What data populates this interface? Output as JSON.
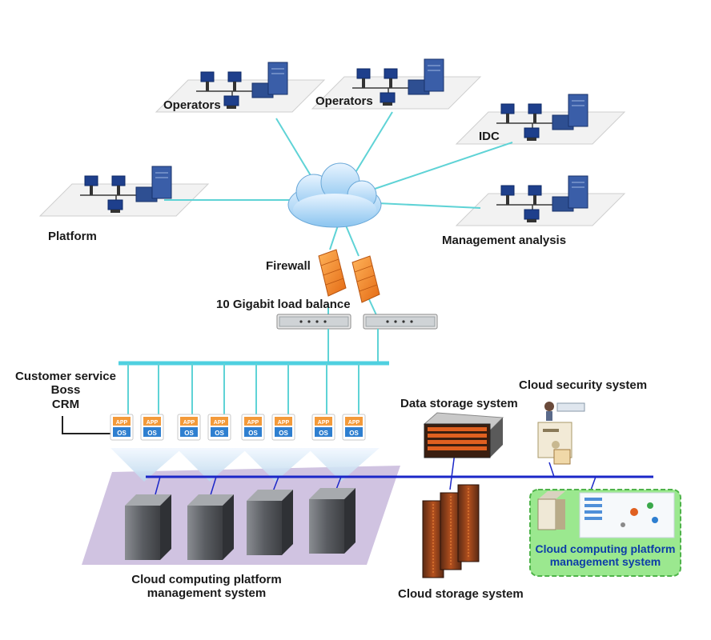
{
  "nodes": {
    "operators_left": "Operators",
    "operators_right": "Operators",
    "idc": "IDC",
    "platform": "Platform",
    "management_analysis": "Management analysis",
    "firewall": "Firewall",
    "load_balance": "10 Gigabit load balance",
    "customer_service": [
      "Customer service",
      "Boss",
      "CRM"
    ],
    "data_storage": "Data storage system",
    "cloud_security": "Cloud security system",
    "cloud_storage": "Cloud storage system",
    "cloud_platform_main": [
      "Cloud computing platform",
      "management system"
    ],
    "cloud_platform_box": [
      "Cloud computing platform",
      "management system"
    ]
  },
  "app_tiles": {
    "app_label": "APP",
    "os_label": "OS",
    "count": 8
  },
  "colors": {
    "link_cyan": "#5fd3d6",
    "bus_cyan": "#4fd0e0",
    "bus_blue": "#1b27c8",
    "firewall_orange": "#f08a2a",
    "vm_area_purple": "#c8b8dc",
    "green_box": "#9be88f",
    "green_box_border": "#4fb34a",
    "cloud_blue": "#8ec6f0",
    "server_gray": "#5a5d62"
  }
}
